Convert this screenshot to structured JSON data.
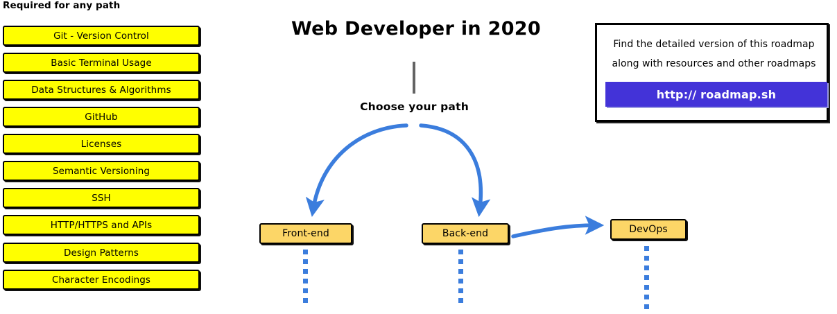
{
  "diagram": {
    "title": "Web Developer in 2020",
    "choose_path_label": "Choose your path",
    "accent_blue": "#3b7ddd",
    "box_yellow": "#ffff00",
    "path_box_yellow": "#fcd667",
    "button_purple": "#4333d8",
    "stem_gray": "#636363"
  },
  "required_section": {
    "heading": "Required for any path",
    "items": [
      {
        "label": "Git - Version Control"
      },
      {
        "label": "Basic Terminal Usage"
      },
      {
        "label": "Data Structures & Algorithms"
      },
      {
        "label": "GitHub"
      },
      {
        "label": "Licenses"
      },
      {
        "label": "Semantic Versioning"
      },
      {
        "label": "SSH"
      },
      {
        "label": "HTTP/HTTPS and APIs"
      },
      {
        "label": "Design Patterns"
      },
      {
        "label": "Character Encodings"
      }
    ]
  },
  "paths": [
    {
      "label": "Front-end"
    },
    {
      "label": "Back-end"
    },
    {
      "label": "DevOps"
    }
  ],
  "info_card": {
    "line1": "Find the detailed version of this roadmap",
    "line2": "along with resources and other roadmaps",
    "button_label": "http:// roadmap.sh"
  }
}
